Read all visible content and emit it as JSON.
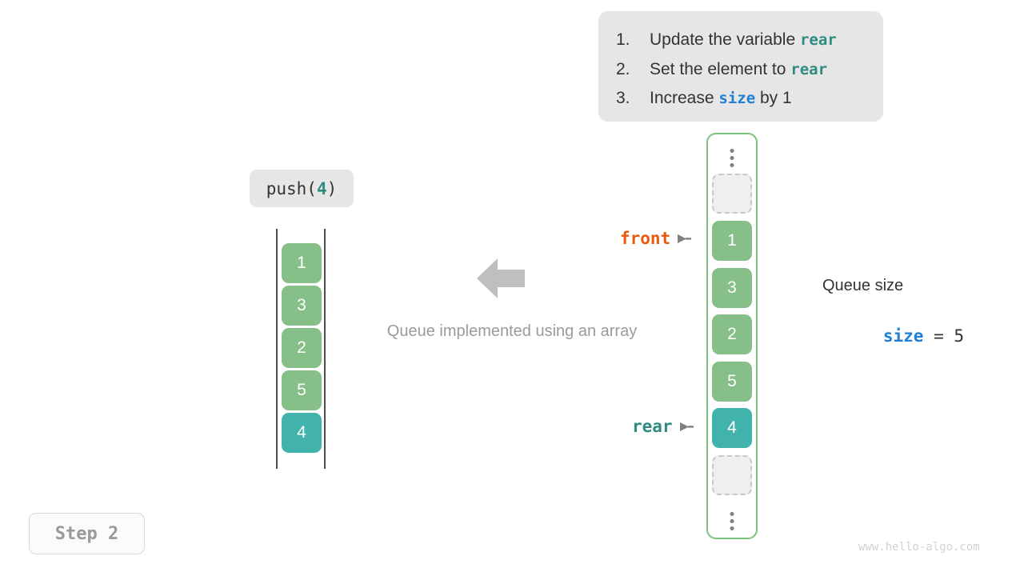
{
  "instructions": {
    "items": [
      {
        "num": "1.",
        "pre": "Update the variable ",
        "keyword": "rear",
        "post": "",
        "keyword_color": "#2e8b80"
      },
      {
        "num": "2.",
        "pre": "Set the element to ",
        "keyword": "rear",
        "post": "",
        "keyword_color": "#2e8b80"
      },
      {
        "num": "3.",
        "pre": "Increase ",
        "keyword": "size",
        "post": " by 1",
        "keyword_color": "#1f7fd4"
      }
    ]
  },
  "operation": {
    "name": "push(",
    "arg": "4",
    "close": ")"
  },
  "left_queue": {
    "cells": [
      {
        "value": "1",
        "state": "green"
      },
      {
        "value": "3",
        "state": "green"
      },
      {
        "value": "2",
        "state": "green"
      },
      {
        "value": "5",
        "state": "green"
      },
      {
        "value": "4",
        "state": "teal"
      }
    ]
  },
  "center": {
    "caption": "Queue implemented using an array",
    "arrow_icon": "arrow-left-icon"
  },
  "array": {
    "top_dots_icon": "vertical-ellipsis-icon",
    "bottom_dots_icon": "vertical-ellipsis-icon",
    "cells": [
      {
        "value": "",
        "state": "empty"
      },
      {
        "value": "1",
        "state": "green"
      },
      {
        "value": "3",
        "state": "green"
      },
      {
        "value": "2",
        "state": "green"
      },
      {
        "value": "5",
        "state": "green"
      },
      {
        "value": "4",
        "state": "teal"
      },
      {
        "value": "",
        "state": "empty"
      }
    ]
  },
  "pointers": {
    "front": {
      "label": "front",
      "arrow_icon": "pointer-arrow-icon",
      "color": "#e8590c"
    },
    "rear": {
      "label": "rear",
      "arrow_icon": "pointer-arrow-icon",
      "color": "#2e8b80"
    }
  },
  "size_info": {
    "title": "Queue size",
    "variable": "size",
    "operator": " = ",
    "value": "5"
  },
  "step": {
    "label": "Step 2"
  },
  "watermark": {
    "text": "www.hello-algo.com"
  },
  "colors": {
    "green": "#86bf87",
    "teal": "#42b3ac",
    "orange": "#e8590c",
    "blue": "#1f7fd4",
    "panel_bg": "#e6e6e6",
    "container_border": "#7cc17e"
  }
}
